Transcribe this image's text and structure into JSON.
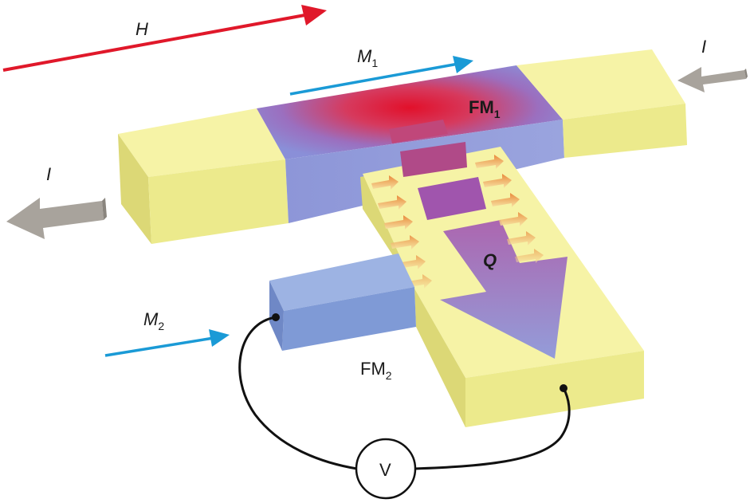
{
  "labels": {
    "field": "H",
    "m1_main": "M",
    "m1_sub": "1",
    "fm1_main": "FM",
    "fm1_sub": "1",
    "current_right": "I",
    "current_left": "I",
    "heat": "Q",
    "m2_main": "M",
    "m2_sub": "2",
    "fm2_main": "FM",
    "fm2_sub": "2",
    "voltmeter": "V"
  },
  "colors": {
    "field_arrow": "#e0182a",
    "magnetization_arrow": "#1a9ad6",
    "current_arrow": "#a8a39c",
    "lead_top": "#f6f3a6",
    "lead_front": "#ecea8c",
    "lead_side": "#dcd876",
    "ferromagnet_1": "#8a8fd8",
    "hot_spot": "#e21830",
    "ferromagnet_2_front": "#7f9ad6",
    "ferromagnet_2_top": "#9db3e3",
    "heat_arrow": "#8f8fd8",
    "spin_arrows": "#f0a24a",
    "wire": "#111111"
  }
}
